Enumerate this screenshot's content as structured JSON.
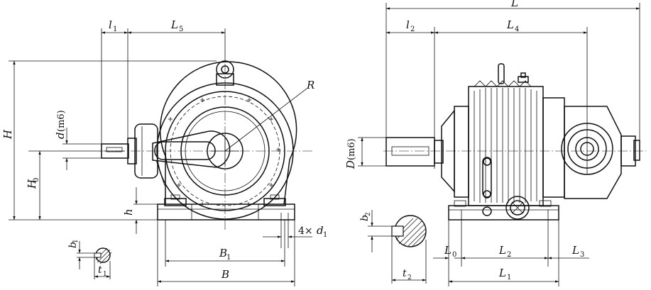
{
  "left_view": {
    "labels": {
      "l1": "l",
      "l1_sub": "1",
      "L5": "L",
      "L5_sub": "5",
      "R": "R",
      "H": "H",
      "H0": "H",
      "H0_sub": "0",
      "h": "h",
      "d": "d",
      "d_fit": "(m6)",
      "d1_count": "4×",
      "d1": "d",
      "d1_sub": "1",
      "B1": "B",
      "B1_sub": "1",
      "B": "B",
      "b1": "b",
      "b1_sub": "1",
      "t1": "t",
      "t1_sub": "1"
    }
  },
  "right_view": {
    "labels": {
      "L": "L",
      "l2": "l",
      "l2_sub": "2",
      "L4": "L",
      "L4_sub": "4",
      "D": "D",
      "D_fit": "(m6)",
      "b2": "b",
      "b2_sub": "2",
      "t2": "t",
      "t2_sub": "2",
      "L0": "L",
      "L0_sub": "0",
      "L2": "L",
      "L2_sub": "2",
      "L3": "L",
      "L3_sub": "3",
      "L1": "L",
      "L1_sub": "1"
    }
  }
}
